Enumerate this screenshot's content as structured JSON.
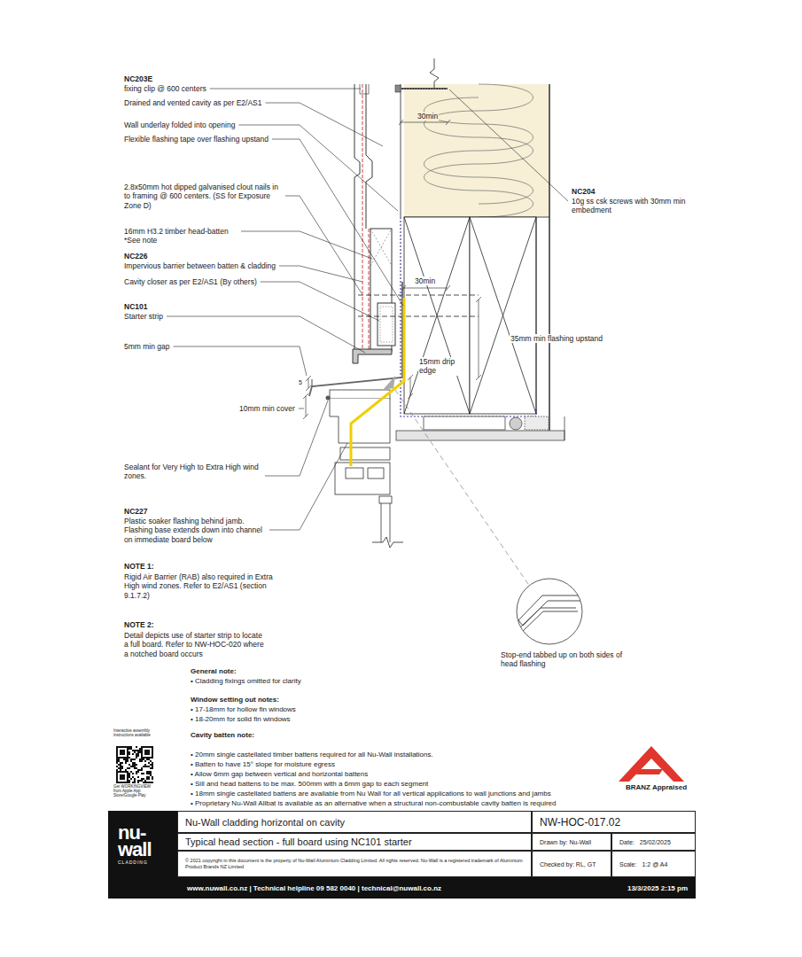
{
  "diagram": {
    "nodes": [
      {
        "text": [
          "nu-wall",
          "CLADDING"
        ]
      },
      {
        "text": [
          "Nu-Wall cladding horizontal on cavity"
        ]
      },
      {
        "text": [
          "NW-HOC-017.02"
        ]
      },
      {
        "text": [
          "Typical head section - full board using NC101 starter"
        ]
      },
      {
        "text": [
          "Drawn by: Nu-Wall"
        ]
      },
      {
        "text": [
          "Date:",
          "25/02/2025"
        ]
      },
      {
        "text": [
          "© 2021 copyright in this document is the property of Nu-Wall Aluminium Cladding Limited. All rights reserved. Nu-Wall is a registered trademark of Aluminium Product Brands NZ Limited"
        ]
      },
      {
        "text": [
          "Checked by: RL, GT"
        ]
      },
      {
        "text": [
          "Scale:",
          "1:2 @ A4"
        ]
      },
      {
        "text": [
          "www.nuwall.co.nz | Technical helpline 09 582 0040 | technical@nuwall.co.nz",
          "13/3/2025 2:15 pm"
        ]
      }
    ],
    "labels": [
      "NC203E",
      "fixing clip @ 600 centers",
      "Drained and vented cavity as per E2/AS1",
      "Wall underlay folded into opening",
      "Flexible flashing tape over flashing upstand",
      "2.8x50mm hot dipped galvanised clout nails in to framing @ 600 centers. (SS for Exposure Zone D)",
      "16mm H3.2 timber head-batten *See note",
      "NC226",
      "Impervious barrier between batten & cladding",
      "Cavity closer as per E2/AS1 (By others)",
      "NC101",
      "Starter strip",
      "5mm min gap",
      "5",
      "10mm min cover",
      "Sealant for Very High to Extra High wind zones.",
      "NC227",
      "Plastic soaker flashing behind jamb. Flashing base extends down into channel on immediate board below",
      "NOTE 1:",
      "Rigid Air Barrier (RAB) also required in Extra High wind zones. Refer to E2/AS1 (section 9.1.7.2)",
      "NOTE 2:",
      "Detail depicts use of starter strip to locate a full board. Refer to NW-HOC-020 where a notched board occurs",
      "30min",
      "NC204",
      "10g ss csk screws with 30mm min embedment",
      "30min",
      "35mm min flashing upstand",
      "15mm drip edge",
      "Stop-end tabbed up on both sides of head flashing",
      "General note:",
      "• Cladding fixings omitted for clarity",
      "Window setting out notes:",
      "• 17-18mm for hollow fin windows",
      "• 18-20mm for solid fin windows",
      "Cavity batten note:",
      "• 20mm single castellated timber battens required for all Nu-Wall installations.",
      "• Batten to have 15° slope for moisture egress",
      "• Allow 6mm gap between vertical and horizontal battens",
      "• Sill and head battens to be max. 500mm with a 6mm gap to each segment",
      "• 18mm single castellated battens are available from Nu Wall for all vertical applications to wall junctions and jambs",
      "• Proprietary Nu-Wall Alibat is available as an alternative when a structural non-combustable cavity batten is required",
      "Interactive assembly instructions available",
      "Get WORKINGVIEW from Apple App Store/Google Play",
      "BRANZ Appraised"
    ]
  }
}
